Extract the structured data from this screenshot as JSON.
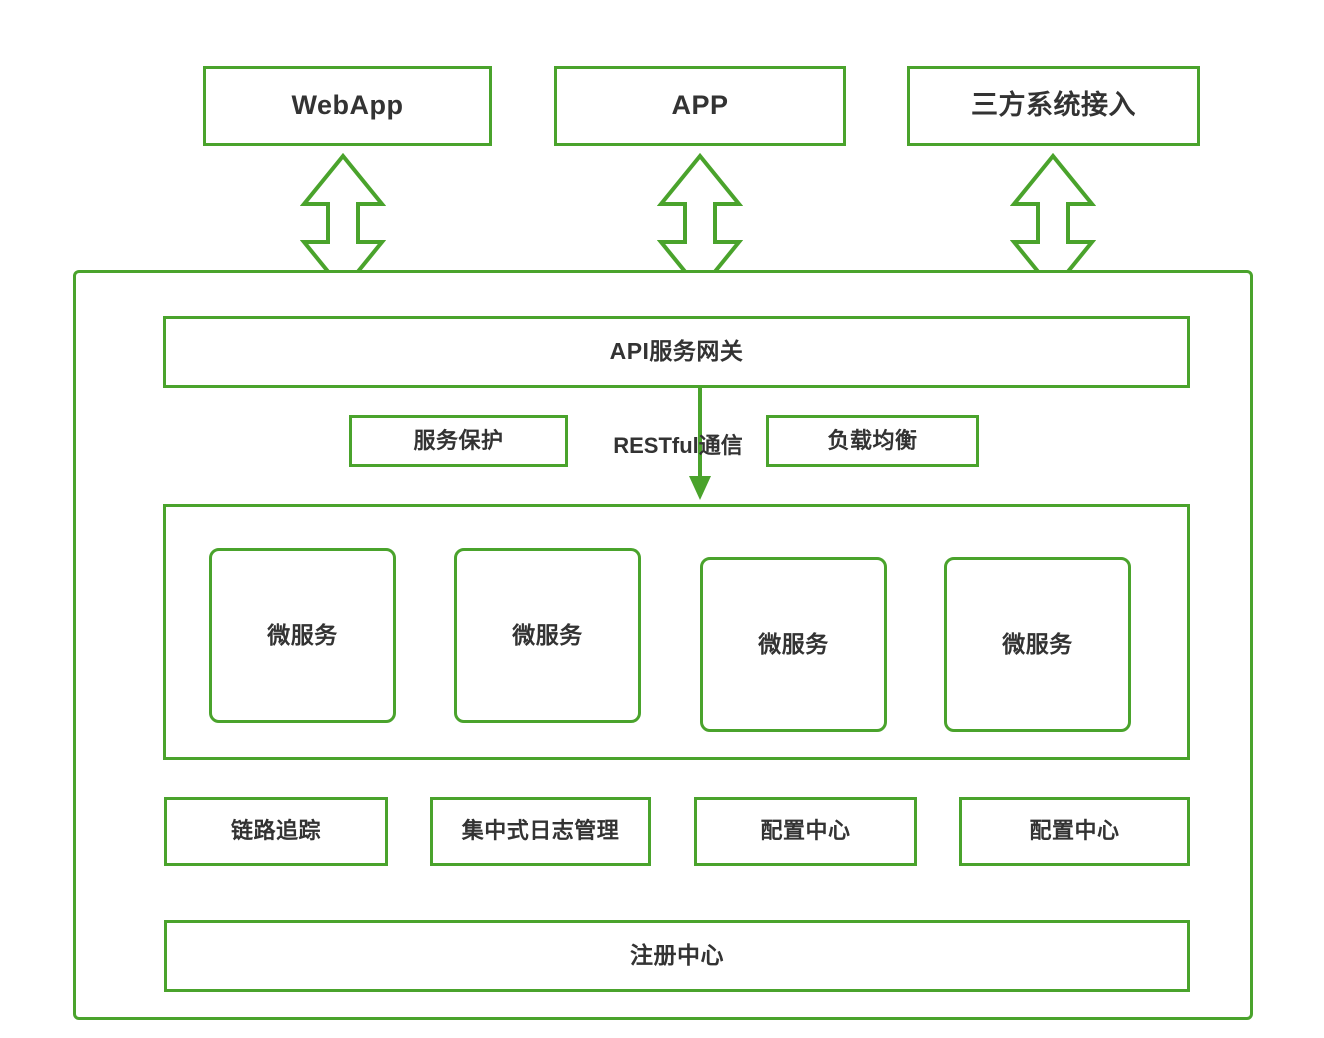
{
  "diagram": {
    "title": "微服务架构图",
    "accent_color": "#4aa32c",
    "text_color": "#333333",
    "background_color": "#ffffff"
  },
  "clients": [
    {
      "label": "WebApp"
    },
    {
      "label": "APP"
    },
    {
      "label": "三方系统接入"
    }
  ],
  "connectors": {
    "client_links": [
      {
        "name": "webapp-gateway-link",
        "type": "double-arrow-vertical"
      },
      {
        "name": "app-gateway-link",
        "type": "double-arrow-vertical"
      },
      {
        "name": "thirdparty-gateway-link",
        "type": "double-arrow-vertical"
      }
    ],
    "restful": {
      "label": "RESTful通信",
      "type": "arrow-down"
    }
  },
  "gateway": {
    "label": "API服务网关"
  },
  "support": [
    {
      "label": "服务保护"
    },
    {
      "label": "负载均衡"
    }
  ],
  "microservices": [
    {
      "label": "微服务"
    },
    {
      "label": "微服务"
    },
    {
      "label": "微服务"
    },
    {
      "label": "微服务"
    }
  ],
  "infrastructure": [
    {
      "label": "链路追踪"
    },
    {
      "label": "集中式日志管理"
    },
    {
      "label": "配置中心"
    },
    {
      "label": "配置中心"
    }
  ],
  "registry": {
    "label": "注册中心"
  }
}
